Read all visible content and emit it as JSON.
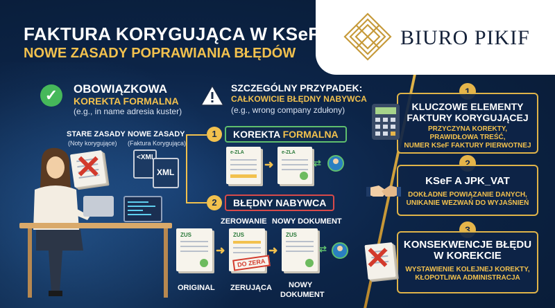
{
  "header": {
    "title": "FAKTURA KORYGUJĄCA W KSeF:",
    "subtitle": "NOWE ZASADY POPRAWIANIA BŁĘDÓW"
  },
  "logo": {
    "name": "BIURO PIKIF"
  },
  "obowiazkowa": {
    "title": "OBOWIĄZKOWA",
    "subtitle": "KOREKTA FORMALNA",
    "note": "(e.g., in name adresia kuster)"
  },
  "szczegolny": {
    "title": "SZCZEGÓLNY PRZYPADEK:",
    "subtitle": "CAŁKOWICIE BŁĘDNY NABYWCA",
    "note": "(e.g., wrong company zdułony)"
  },
  "rules": {
    "old_label": "STARE ZASADY",
    "old_sub": "(Noty korygujące)",
    "new_label": "NOWE ZASADY",
    "new_sub": "(Faktura Korygująca)",
    "xml_small": "<XML",
    "xml_big": "XML"
  },
  "branches": [
    {
      "number": "1",
      "label_a": "KOREKTA ",
      "label_b": "FORMALNA"
    },
    {
      "number": "2",
      "label_a": "BŁĘDNY NABYWCA",
      "label_b": ""
    }
  ],
  "docs": {
    "small_header": "e-ZLA",
    "zus": "ZUS",
    "zerowanie": "ZEROWANIE",
    "nowy_dokument": "NOWY DOKUMENT",
    "original": "ORIGINAL",
    "zerujaca": "ZERUJĄCA",
    "nowy": "NOWY",
    "dokument": "DOKUMENT",
    "stamp": "DO ZERA"
  },
  "panels": [
    {
      "number": "1",
      "title_1": "KLUCZOWE ELEMENTY",
      "title_2": "FAKTURY KORYGUJĄCEJ",
      "desc_1": "PRZYCZYNA KOREKTY,",
      "desc_2": "PRAWIDŁOWA TREŚĆ,",
      "desc_3": "NUMER KSeF FAKTURY PIERWOTNEJ"
    },
    {
      "number": "2",
      "title_1": "KSeF A JPK_VAT",
      "desc_1": "DOKŁADNE POWIĄZANIE DANYCH,",
      "desc_2": "UNIKANIE WEZWAŃ DO WYJAŚNIEŃ"
    },
    {
      "number": "3",
      "title_1": "KONSEKWENCJE BŁĘDU",
      "title_2": "W KOREKCIE",
      "desc_1": "WYSTAWIENIE KOLEJNEJ KOREKTY,",
      "desc_2": "KŁOPOTLIWA ADMINISTRACJA"
    }
  ],
  "colors": {
    "accent_gold": "#f2c14e",
    "success_green": "#46b85a",
    "error_red": "#d33a2c",
    "navy": "#0c2447"
  }
}
